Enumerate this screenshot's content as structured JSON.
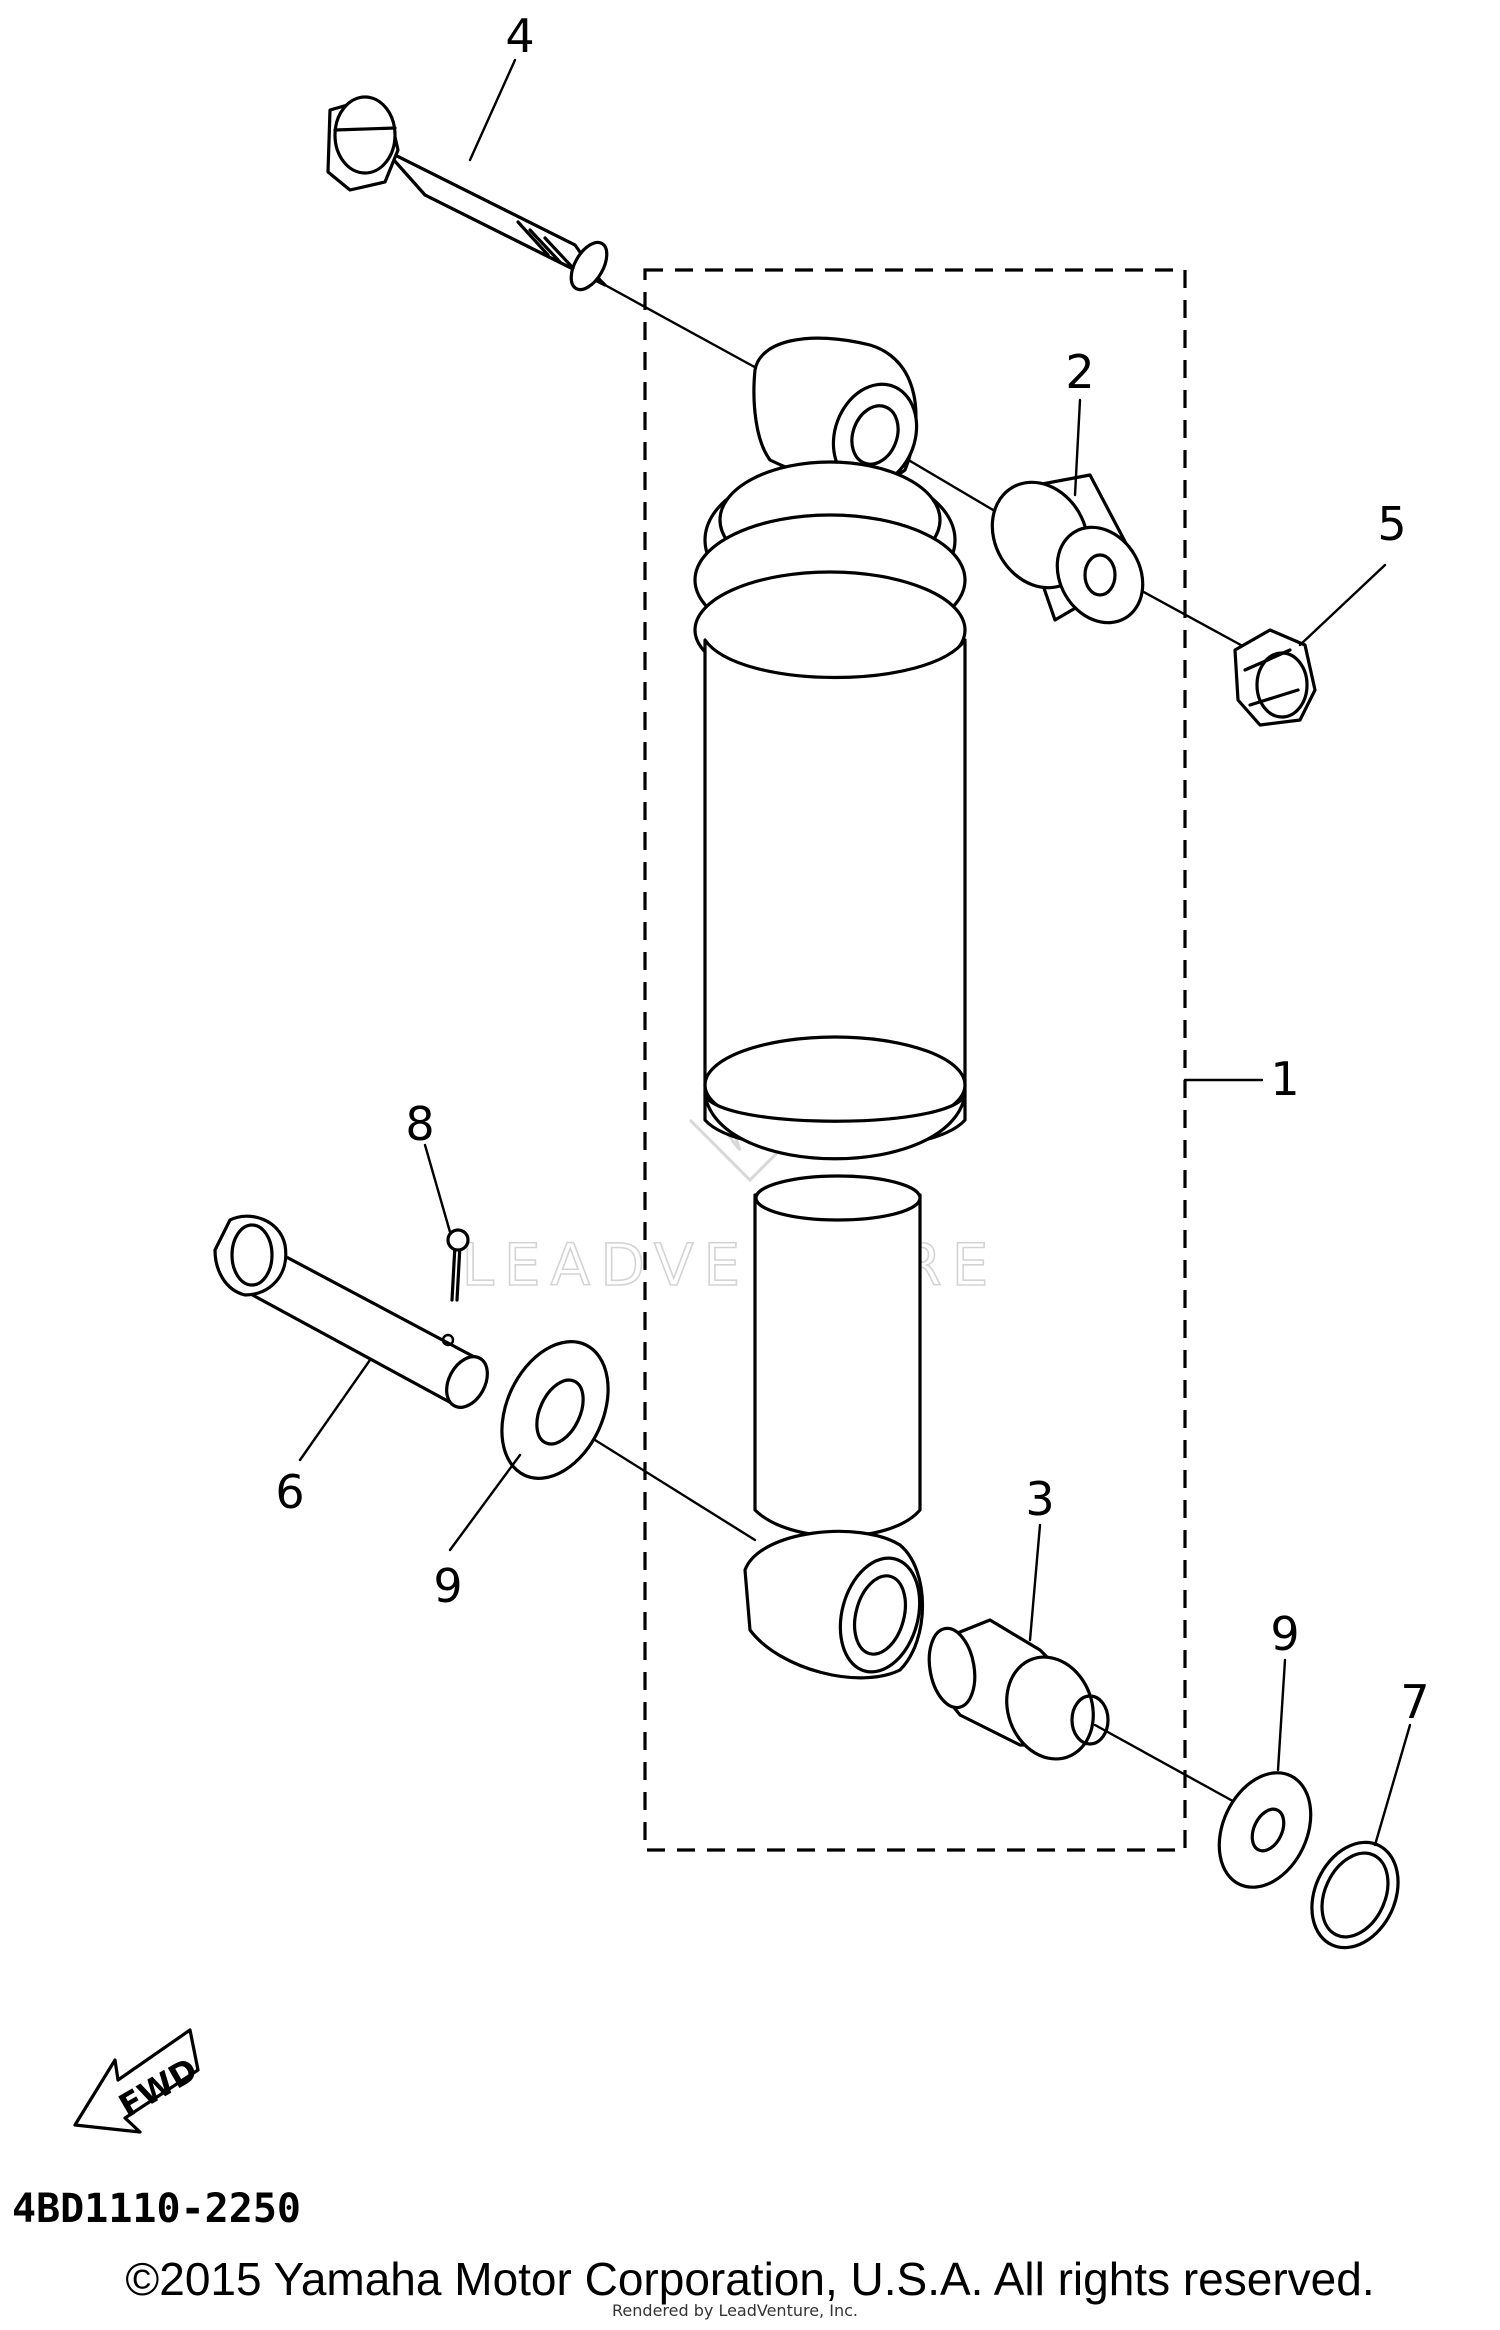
{
  "callouts": {
    "c1": "1",
    "c2": "2",
    "c3": "3",
    "c4": "4",
    "c5": "5",
    "c6": "6",
    "c7": "7",
    "c8": "8",
    "c9a": "9",
    "c9b": "9"
  },
  "fwd_label": "FWD",
  "diagram_code": "4BD1110-2250",
  "copyright": "©2015 Yamaha Motor Corporation, U.S.A. All rights reserved.",
  "rendered_by": "Rendered by LeadVenture, Inc.",
  "watermark": "LEADVENTURE"
}
